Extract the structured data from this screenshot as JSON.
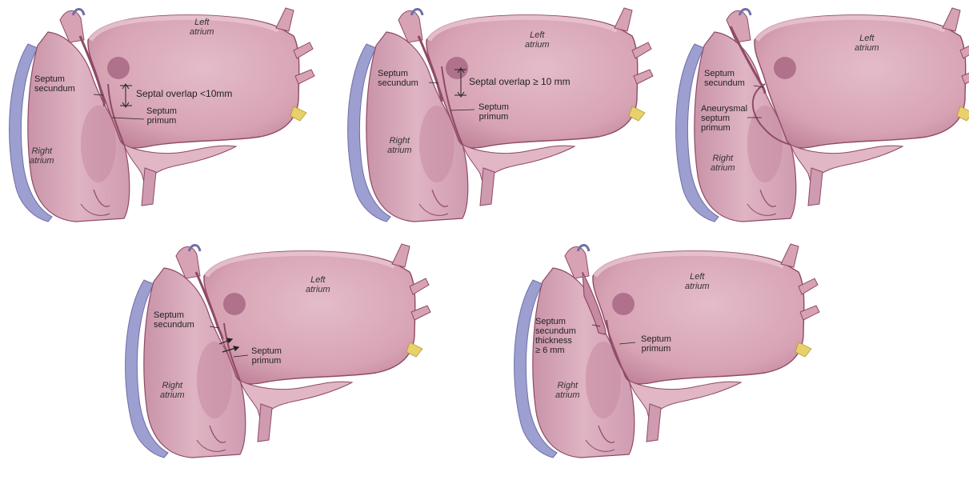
{
  "panels": [
    {
      "left_atrium": [
        "Left",
        "atrium"
      ],
      "right_atrium": [
        "Right",
        "atrium"
      ],
      "septum_secundum": [
        "Septum",
        "secundum"
      ],
      "septum_primum": [
        "Septum",
        "primum"
      ],
      "annotation": "Septal overlap <10mm"
    },
    {
      "left_atrium": [
        "Left",
        "atrium"
      ],
      "right_atrium": [
        "Right",
        "atrium"
      ],
      "septum_secundum": [
        "Septum",
        "secundum"
      ],
      "septum_primum": [
        "Septum",
        "primum"
      ],
      "annotation": "Septal overlap ≥ 10 mm"
    },
    {
      "left_atrium": [
        "Left",
        "atrium"
      ],
      "right_atrium": [
        "Right",
        "atrium"
      ],
      "septum_secundum": [
        "Septum",
        "secundum"
      ],
      "aneurysmal": [
        "Aneurysmal",
        "septum",
        "primum"
      ]
    },
    {
      "left_atrium": [
        "Left",
        "atrium"
      ],
      "right_atrium": [
        "Right",
        "atrium"
      ],
      "septum_secundum": [
        "Septum",
        "secundum"
      ],
      "septum_primum": [
        "Septum",
        "primum"
      ]
    },
    {
      "left_atrium": [
        "Left",
        "atrium"
      ],
      "right_atrium": [
        "Right",
        "atrium"
      ],
      "septum_secundum_thickness": [
        "Septum",
        "secundum",
        "thickness",
        "≥ 6 mm"
      ],
      "septum_primum": [
        "Septum",
        "primum"
      ]
    }
  ],
  "colors": {
    "chamber_fill": "#d8a9b8",
    "chamber_dark": "#b8788f",
    "chamber_light": "#ecd2da",
    "wall_outline": "#8f4a66",
    "outer_band": "#9c9fcf",
    "valve_yellow": "#e8d06a"
  }
}
